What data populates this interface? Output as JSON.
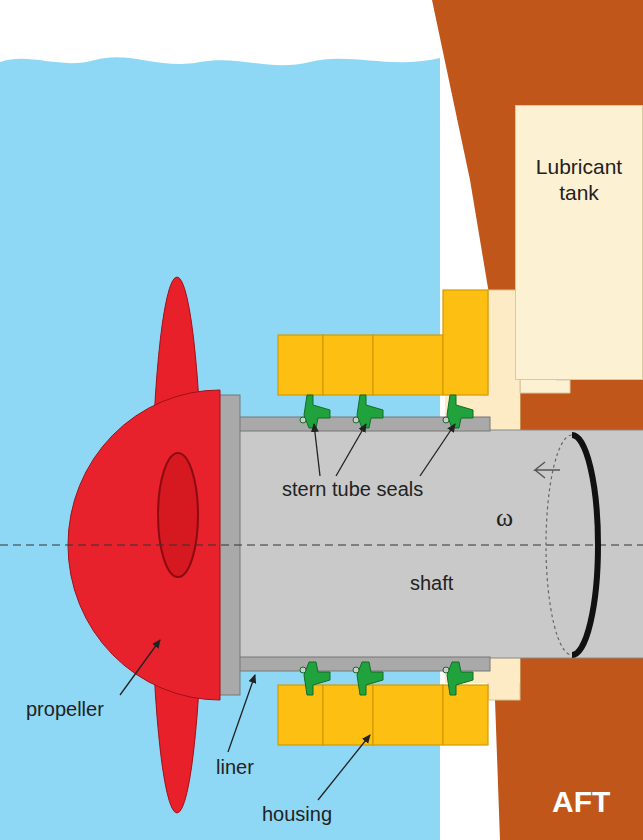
{
  "diagram": {
    "nodes": [
      {
        "text": [
          "Lubricant tank"
        ]
      }
    ],
    "labels": [
      "stern tube seals",
      "shaft",
      "ω",
      "propeller",
      "liner",
      "housing",
      "AFT"
    ]
  }
}
